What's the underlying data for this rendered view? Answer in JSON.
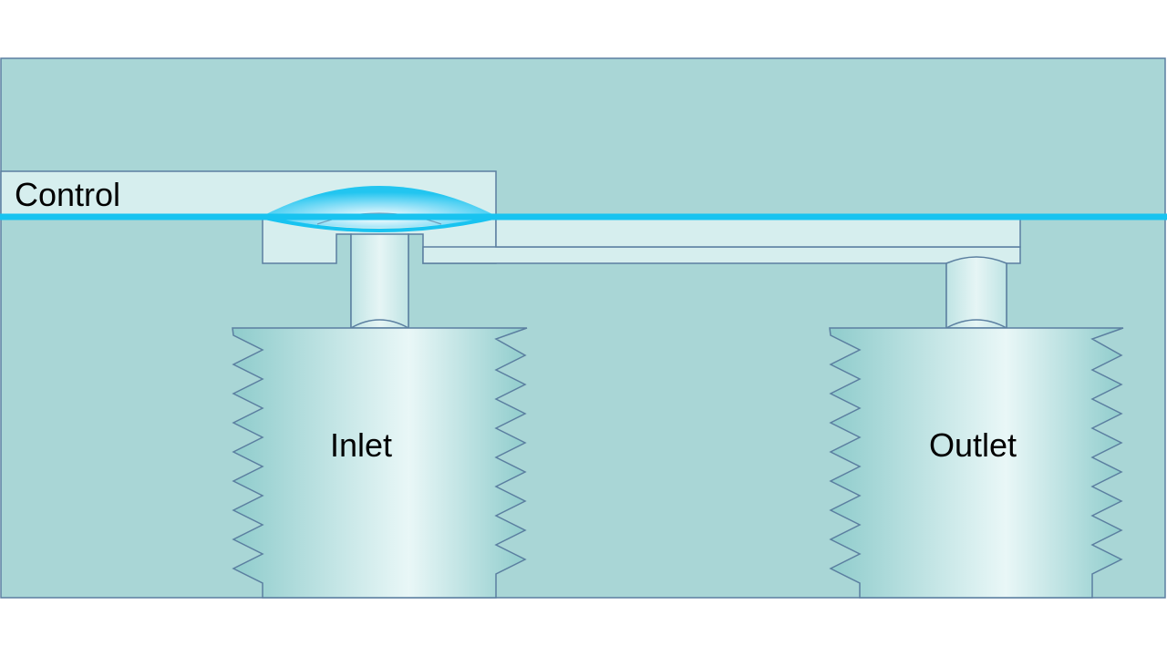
{
  "labels": {
    "control": "Control",
    "inlet": "Inlet",
    "outlet": "Outlet"
  },
  "colors": {
    "block_fill": "#a9d6d6",
    "outline": "#5b7fa0",
    "channel_fill": "#d6eeee",
    "membrane": "#18c3f0",
    "port_gradient_dark": "#8fcccc",
    "port_gradient_light": "#e9f7f7",
    "text": "#000000"
  }
}
